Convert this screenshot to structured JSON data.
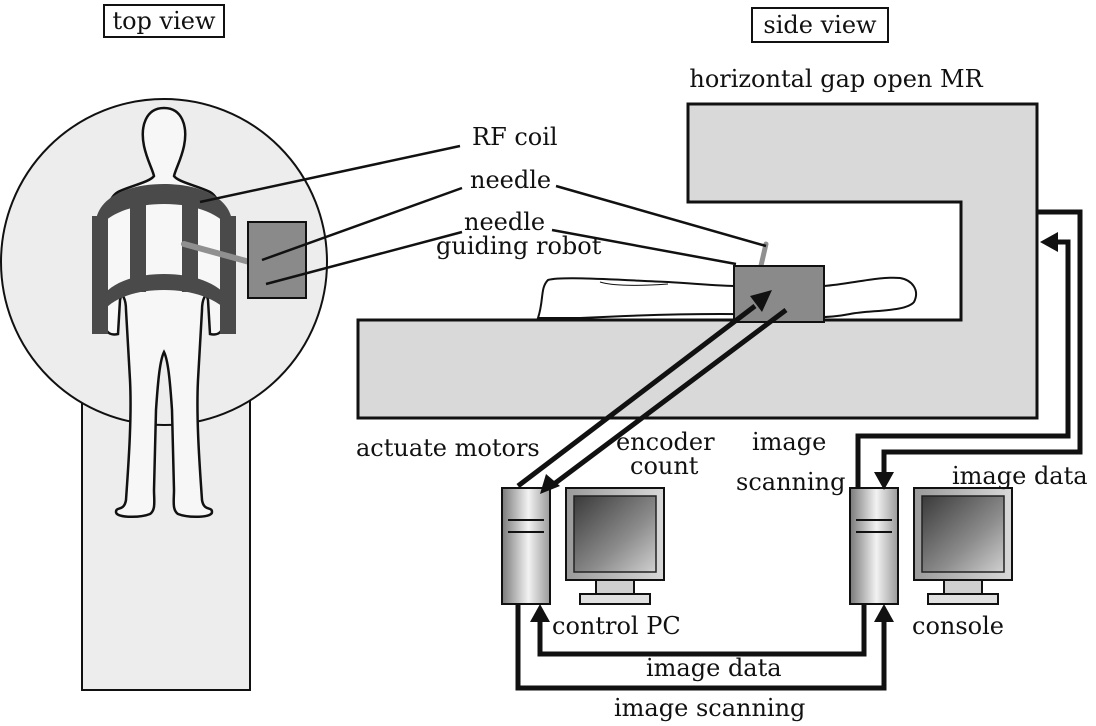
{
  "titles": {
    "top_view": "top view",
    "side_view": "side view"
  },
  "labels": {
    "mr_name": "horizontal gap open MR",
    "rf_coil": "RF coil",
    "needle": "needle",
    "robot_line1": "needle",
    "robot_line2": "guiding robot",
    "actuate_motors": "actuate motors",
    "encoder_line1": "encoder",
    "encoder_line2": "count",
    "scan_line1": "image",
    "scan_line2": "scanning",
    "image_data_top": "image data",
    "control_pc": "control PC",
    "console": "console",
    "image_data_bottom": "image data",
    "image_scanning_bottom": "image scanning"
  },
  "colors": {
    "magnet_fill": "#d9d9d9",
    "table_fill": "#ededed",
    "coil": "#4a4a4a",
    "robot": "#8a8a8a",
    "needle": "#909090",
    "stroke": "#111111"
  }
}
